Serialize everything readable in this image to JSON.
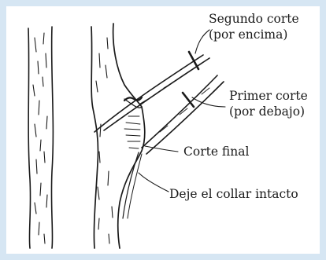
{
  "labels": {
    "second_cut": {
      "line1": "Segundo corte",
      "line2": "(por encima)"
    },
    "first_cut": {
      "line1": "Primer corte",
      "line2": "(por debajo)"
    },
    "final_cut": "Corte final",
    "collar": "Deje el collar intacto"
  },
  "colors": {
    "frame": "#d6e6f3",
    "panel": "#ffffff",
    "ink": "#1a1a1a"
  }
}
